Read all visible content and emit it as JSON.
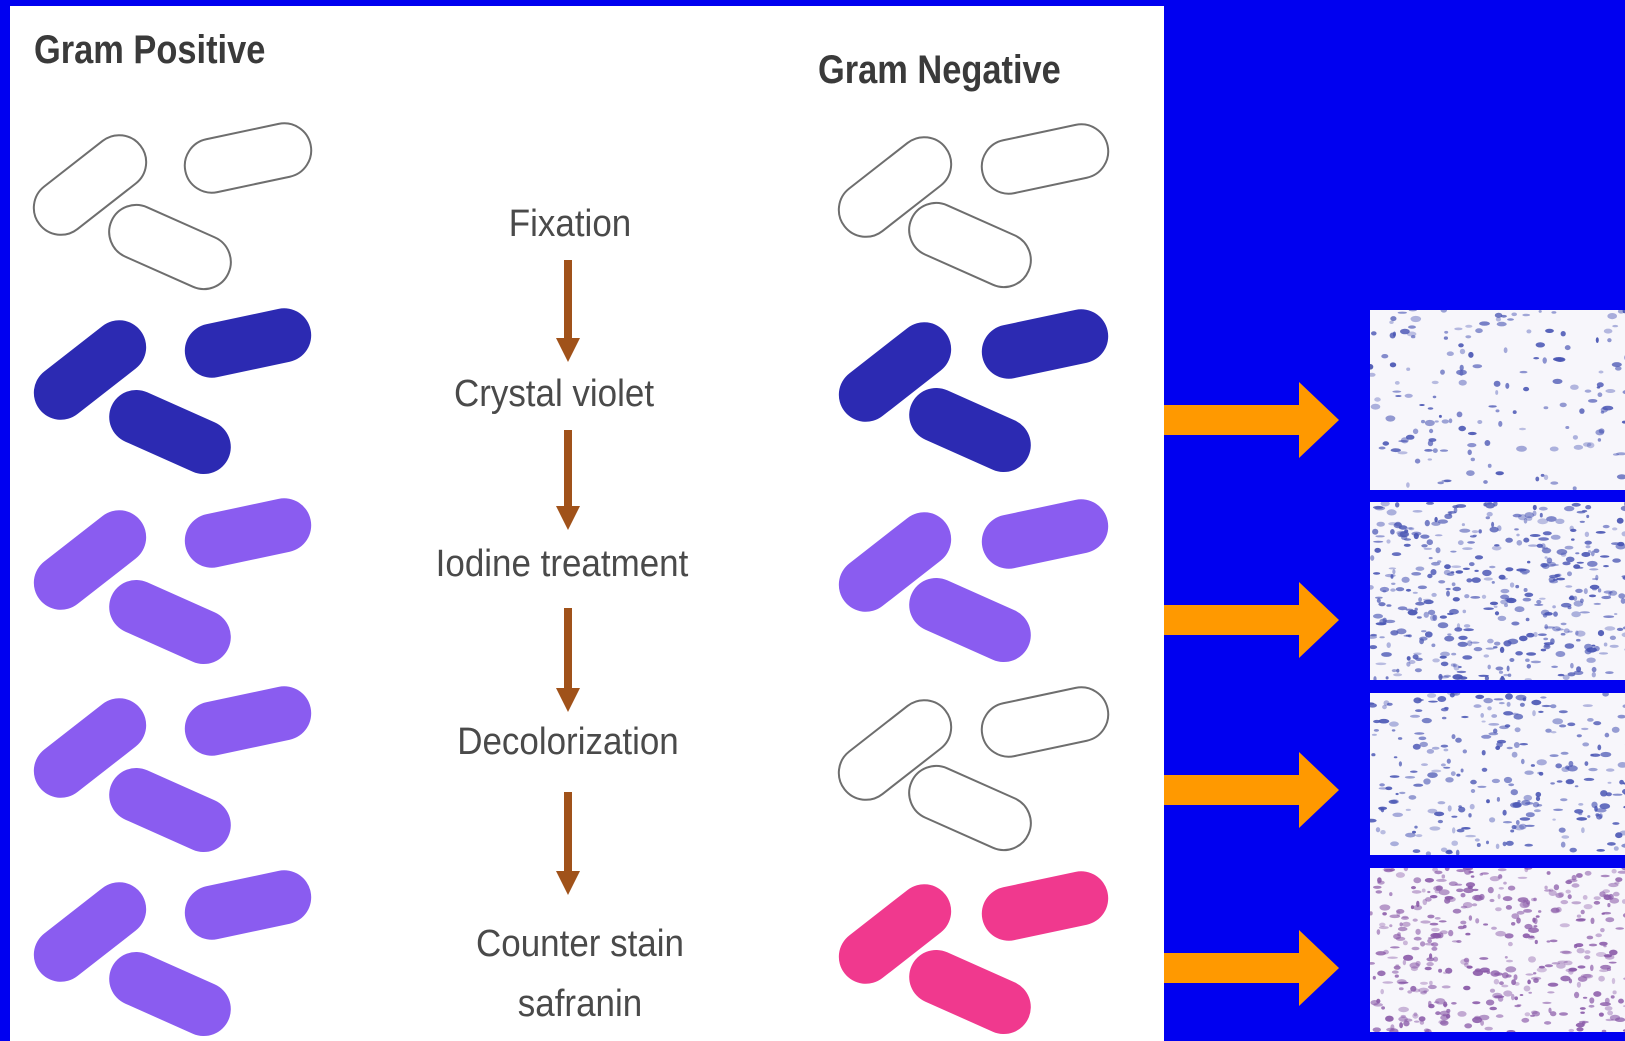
{
  "headers": {
    "gram_positive": "Gram Positive",
    "gram_negative": "Gram Negative"
  },
  "steps": [
    {
      "label": "Fixation"
    },
    {
      "label": "Crystal violet"
    },
    {
      "label": "Iodine treatment"
    },
    {
      "label": "Decolorization"
    },
    {
      "label": "Counter stain\nsafranin"
    }
  ],
  "colors": {
    "background": "#0000f0",
    "panel": "#ffffff",
    "unstained_outline": "#6e6e6e",
    "crystal_violet": "#2c2ab2",
    "iodine_purple": "#8a5cf0",
    "safranin_pink": "#f0398e",
    "flow_arrow": "#a0521a",
    "pointer_arrow": "#ff9900",
    "micro_stain_violet": "#4a56b4",
    "micro_stain_pink": "#8a5aa8"
  },
  "cell_states": {
    "gram_positive": [
      "unstained",
      "crystal_violet",
      "iodine_purple",
      "iodine_purple",
      "iodine_purple"
    ],
    "gram_negative": [
      "unstained",
      "crystal_violet",
      "iodine_purple",
      "unstained",
      "safranin_pink"
    ]
  },
  "micrographs": [
    {
      "density": "sparse",
      "stain": "micro_stain_violet"
    },
    {
      "density": "dense",
      "stain": "micro_stain_violet"
    },
    {
      "density": "medium",
      "stain": "micro_stain_violet"
    },
    {
      "density": "dense",
      "stain": "micro_stain_pink"
    }
  ]
}
